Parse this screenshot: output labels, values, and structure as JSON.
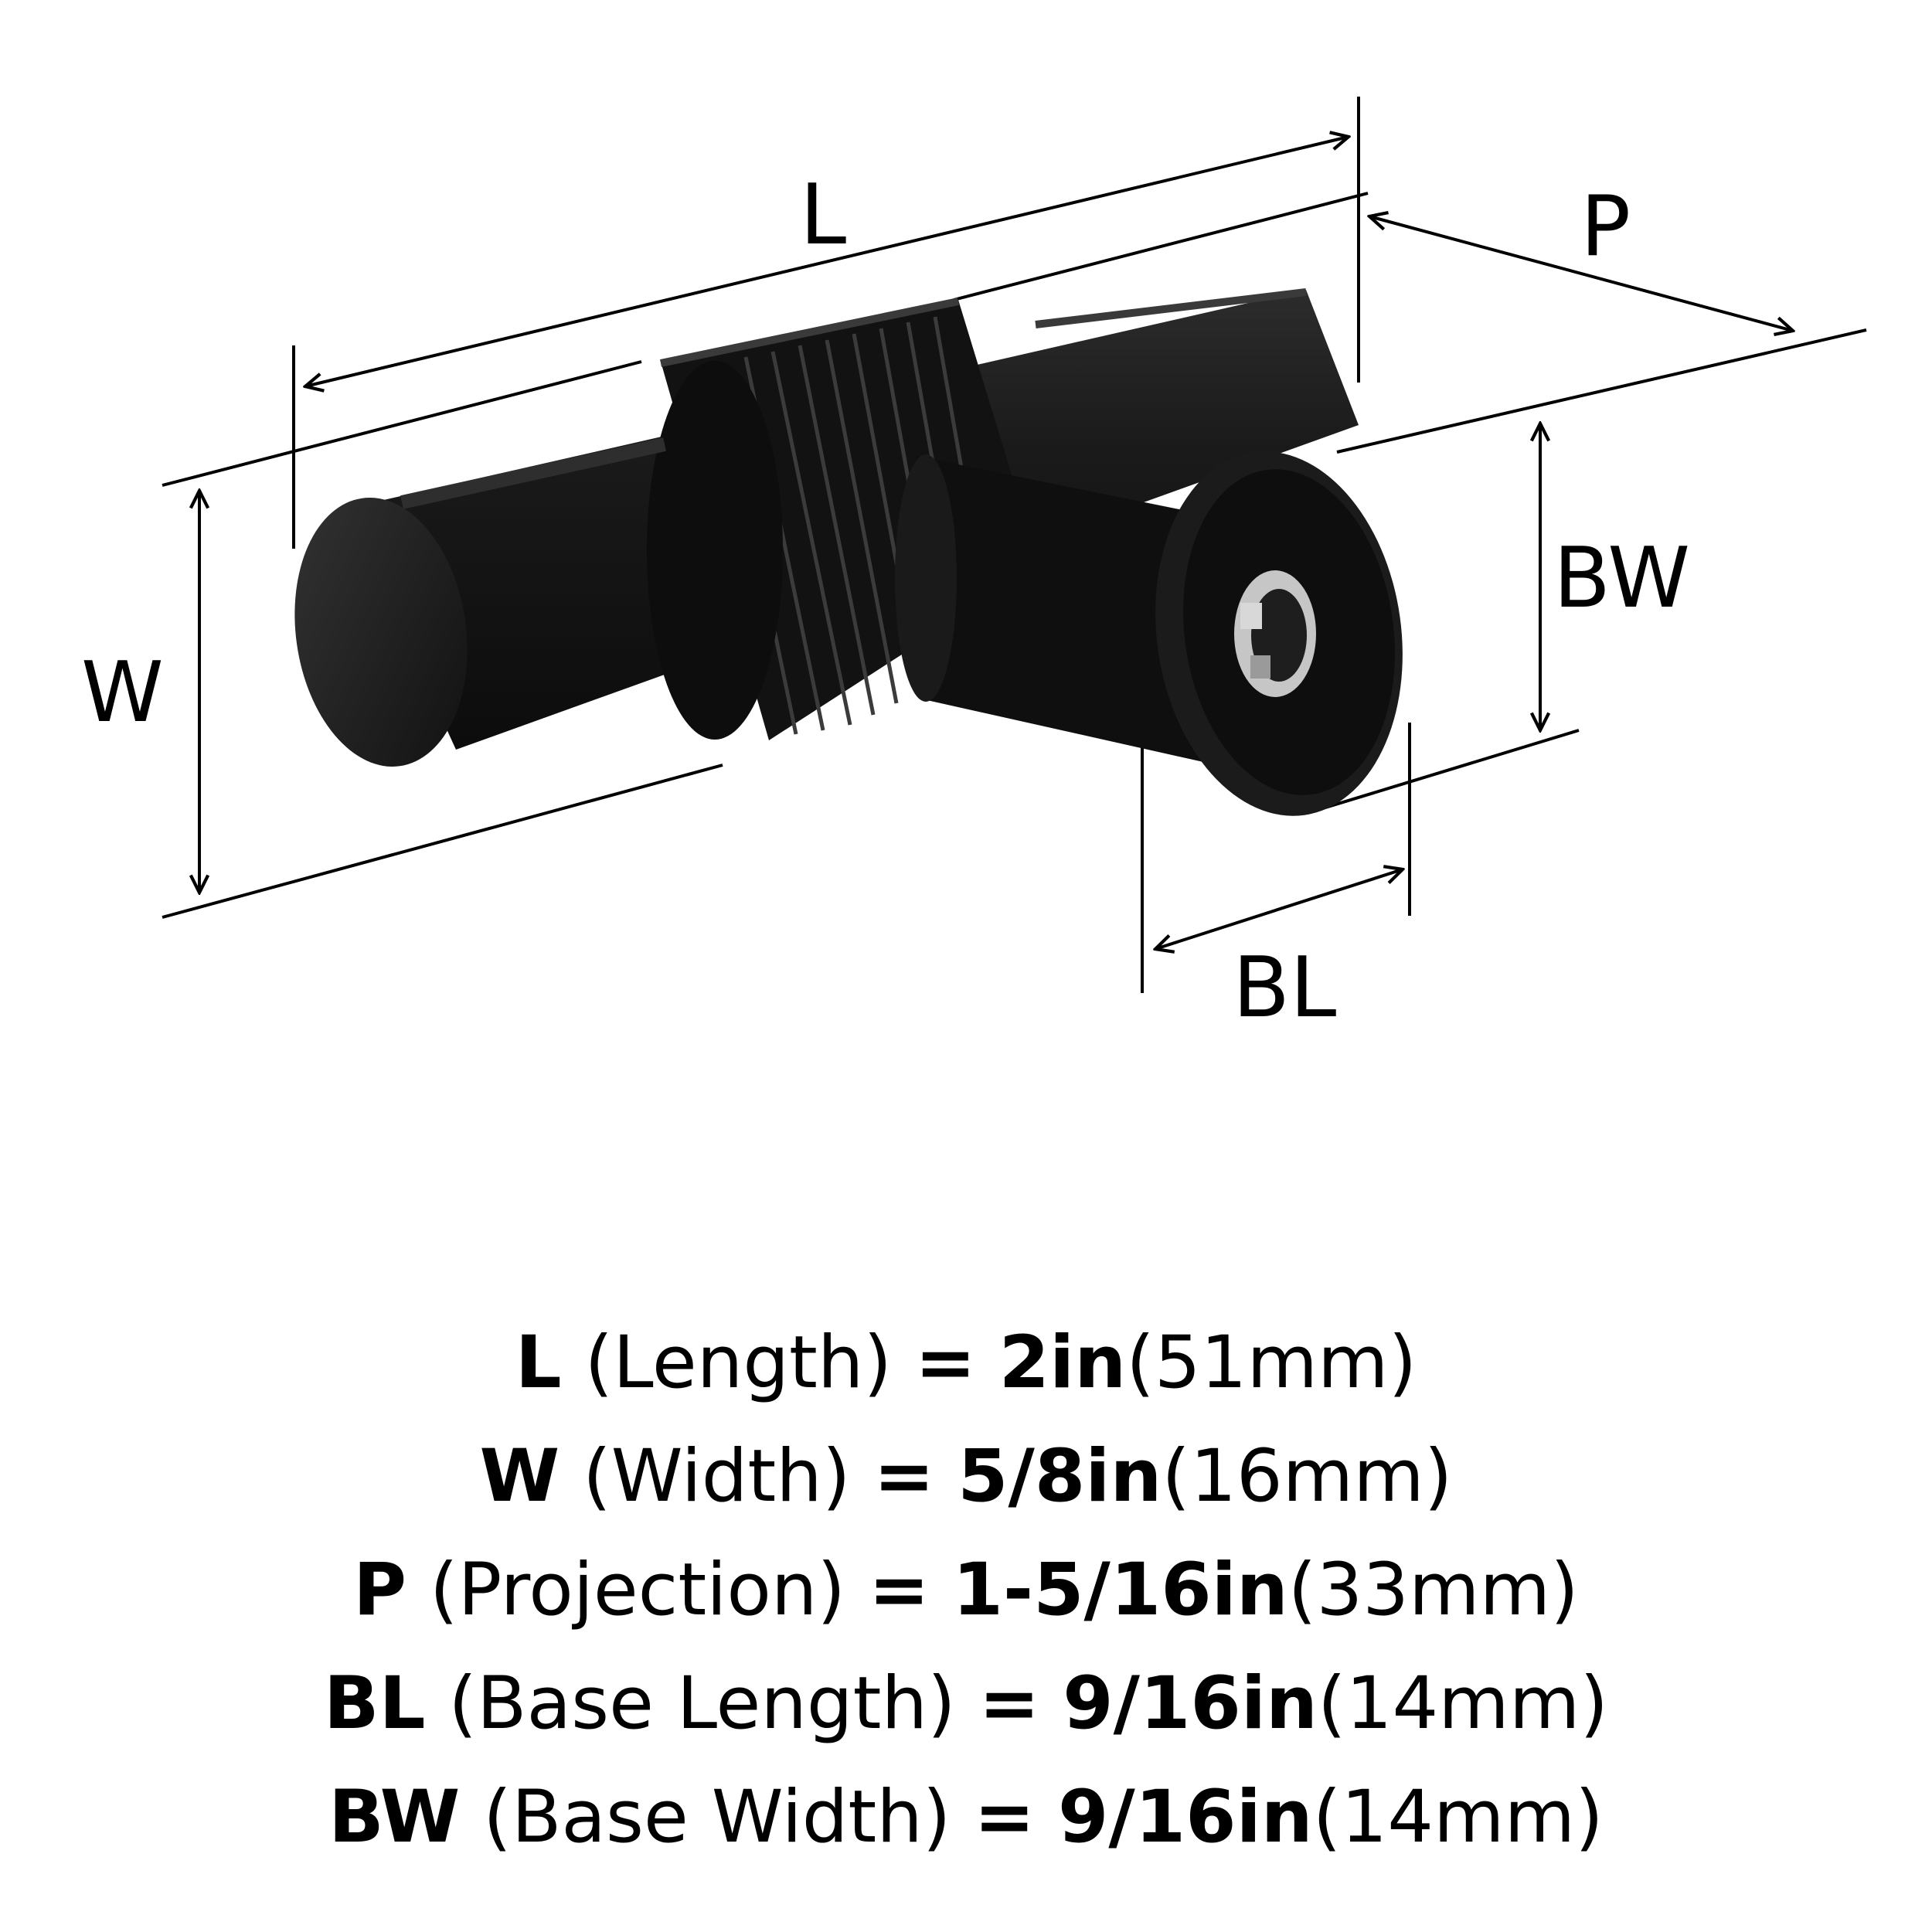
{
  "diagram": {
    "labels": {
      "length": "L",
      "width": "W",
      "projection": "P",
      "base_width": "BW",
      "base_length": "BL"
    }
  },
  "specs": [
    {
      "code": "L",
      "name": "(Length)",
      "eq": "=",
      "imperial": "2in",
      "metric": "(51mm)"
    },
    {
      "code": "W",
      "name": "(Width)",
      "eq": "=",
      "imperial": "5/8in",
      "metric": "(16mm)"
    },
    {
      "code": "P",
      "name": "(Projection)",
      "eq": "=",
      "imperial": "1-5/16in",
      "metric": "(33mm)"
    },
    {
      "code": "BL",
      "name": "(Base Length)",
      "eq": "=",
      "imperial": "9/16in",
      "metric": "(14mm)"
    },
    {
      "code": "BW",
      "name": "(Base Width)",
      "eq": "=",
      "imperial": "9/16in",
      "metric": "(14mm)"
    }
  ],
  "colors": {
    "product": "#141414",
    "highlight": "#3a3a3a",
    "insert": "#b8b8b8",
    "lines": "#000000"
  }
}
